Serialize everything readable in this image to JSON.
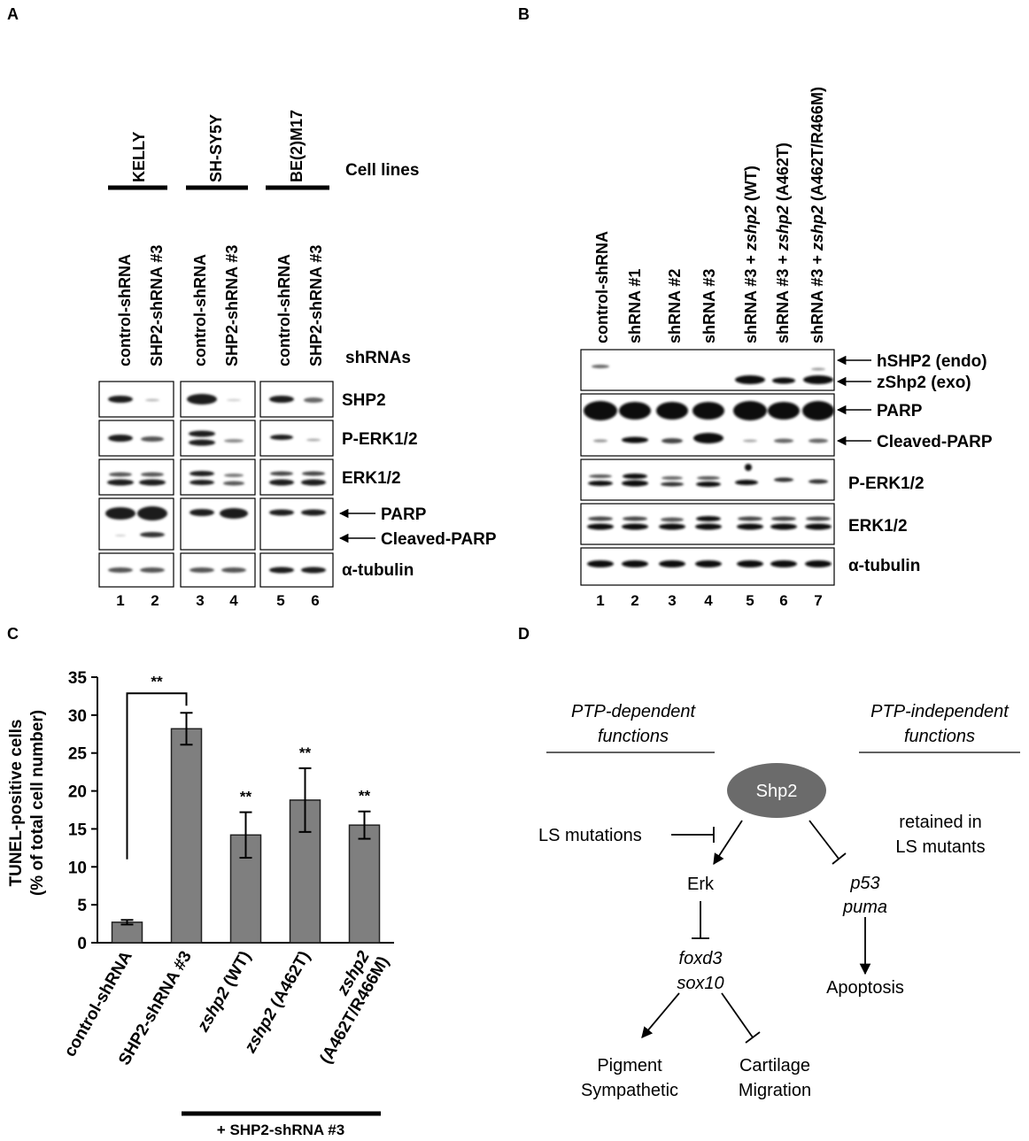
{
  "panels": {
    "a": {
      "letter": "A",
      "header_cell_lines": "Cell lines",
      "header_shrnas": "shRNAs",
      "cell_lines": [
        "KELLY",
        "SH-SY5Y",
        "BE(2)M17"
      ],
      "lane_labels": [
        "control-shRNA",
        "SHP2-shRNA #3",
        "control-shRNA",
        "SHP2-shRNA #3",
        "control-shRNA",
        "SHP2-shRNA #3"
      ],
      "blot_labels": [
        "SHP2",
        "P-ERK1/2",
        "ERK1/2",
        "PARP",
        "Cleaved-PARP",
        "α-tubulin"
      ],
      "lane_numbers": [
        "1",
        "2",
        "3",
        "4",
        "5",
        "6"
      ]
    },
    "b": {
      "letter": "B",
      "lane_labels": [
        {
          "pre": "control-shRNA",
          "ital": "",
          "post": ""
        },
        {
          "pre": "shRNA #1",
          "ital": "",
          "post": ""
        },
        {
          "pre": "shRNA #2",
          "ital": "",
          "post": ""
        },
        {
          "pre": "shRNA #3",
          "ital": "",
          "post": ""
        },
        {
          "pre": "shRNA #3 + ",
          "ital": "zshp2",
          "post": " (WT)"
        },
        {
          "pre": "shRNA #3 + ",
          "ital": "zshp2",
          "post": " (A462T)"
        },
        {
          "pre": "shRNA #3 + ",
          "ital": "zshp2",
          "post": " (A462T/R466M)"
        }
      ],
      "blot_labels": [
        "hSHP2 (endo)",
        "zShp2 (exo)",
        "PARP",
        "Cleaved-PARP",
        "P-ERK1/2",
        "ERK1/2",
        "α-tubulin"
      ],
      "lane_numbers": [
        "1",
        "2",
        "3",
        "4",
        "5",
        "6",
        "7"
      ]
    },
    "c": {
      "letter": "C",
      "group_label": "+ SHP2-shRNA #3"
    },
    "d": {
      "letter": "D",
      "ptp_dependent": [
        "PTP-dependent",
        "functions"
      ],
      "ptp_independent": [
        "PTP-independent",
        "functions"
      ],
      "shp2": "Shp2",
      "retained": [
        "retained in",
        "LS mutants"
      ],
      "ls_mutations": "LS mutations",
      "erk": "Erk",
      "p53": "p53",
      "puma": "puma",
      "foxd3": "foxd3",
      "sox10": "sox10",
      "apoptosis": "Apoptosis",
      "pigment": [
        "Pigment",
        "Sympathetic"
      ],
      "cartilage": [
        "Cartilage",
        "Migration"
      ]
    }
  },
  "chart_data": {
    "type": "bar",
    "ylabel": "TUNEL-positive cells",
    "ylabel2": "(% of total cell number)",
    "ylim": [
      0,
      35
    ],
    "yticks": [
      0,
      5,
      10,
      15,
      20,
      25,
      30,
      35
    ],
    "categories": [
      {
        "ital": "",
        "post": "control-shRNA"
      },
      {
        "ital": "",
        "post": "SHP2-shRNA #3"
      },
      {
        "ital": "zshp2",
        "post": " (WT)"
      },
      {
        "ital": "zshp2",
        "post": " (A462T)"
      },
      {
        "ital": "zshp2",
        "post": "(A462T/R466M)"
      }
    ],
    "values": [
      2.7,
      28.2,
      14.2,
      18.8,
      15.5
    ],
    "errors": [
      0.3,
      2.1,
      3.0,
      4.2,
      1.8
    ],
    "significance": [
      "",
      "**",
      "**",
      "**",
      "**"
    ],
    "bracket_label": "**",
    "colors": {
      "bar": "#7f7f7f"
    },
    "grid": false
  }
}
